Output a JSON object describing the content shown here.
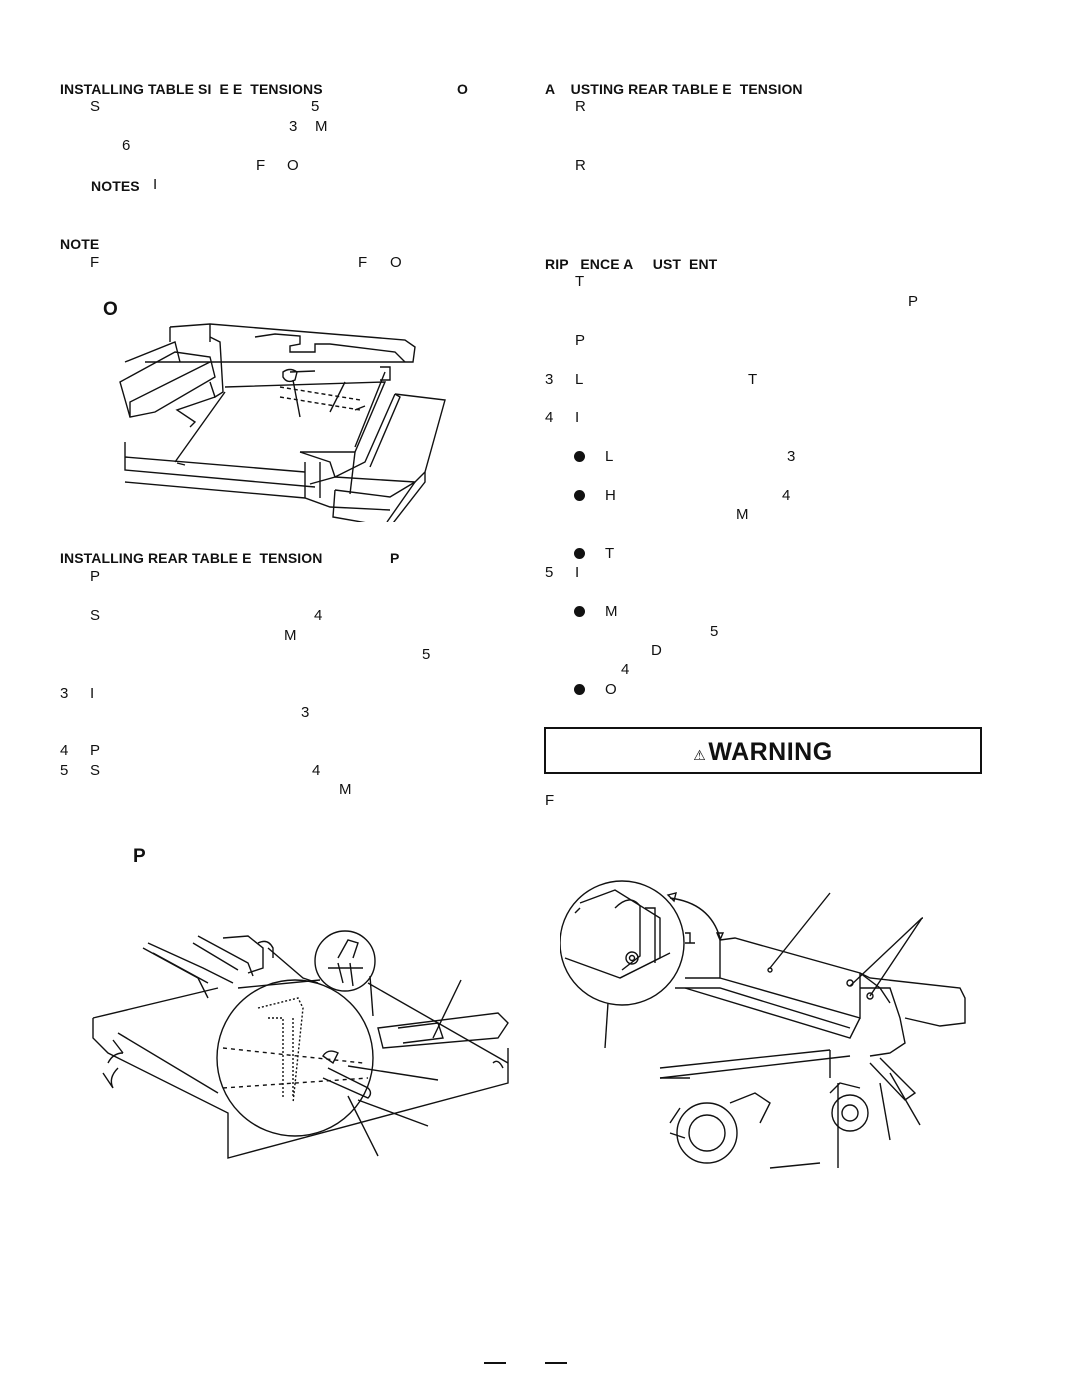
{
  "left": {
    "h1": "INSTALLING TABLE SI  E E  TENSIONS",
    "h1_tail": "O",
    "l1a": "S",
    "l1b": "5",
    "l2a": "3",
    "l2b": "M",
    "l3": "6",
    "l4a": "F",
    "l4b": "O",
    "notes_label": "NOTES",
    "notes_tail": "I",
    "note_label": "NOTE",
    "note_a": "F",
    "note_b": "F",
    "note_c": "O",
    "fig1_title": "O",
    "h2": "INSTALLING REAR TABLE E  TENSION",
    "h2_tail": "P",
    "r1": "P",
    "r2a": "S",
    "r2b": "4",
    "r3": "M",
    "r4": "5",
    "r5a": "3",
    "r5b": "I",
    "r6": "3",
    "r7a": "4",
    "r7b": "P",
    "r8a": "5",
    "r8b": "S",
    "r8c": "4",
    "r9": "M",
    "fig2_title": "P"
  },
  "right": {
    "h1": "A    USTING REAR TABLE E  TENSION",
    "a1": "R",
    "a2": "R",
    "h2": "RIP   ENCE A     UST  ENT",
    "b1": "T",
    "b2": "P",
    "b3": "P",
    "s3num": "3",
    "s3a": "L",
    "s3b": "T",
    "s4num": "4",
    "s4a": "I",
    "bul1a": "L",
    "bul1b": "3",
    "bul2a": "H",
    "bul2b": "4",
    "bul2c": "M",
    "bul3": "T",
    "s5num": "5",
    "s5a": "I",
    "bul4": "M",
    "c1": "5",
    "c2": "D",
    "c3": "4",
    "bul5": "O",
    "warning_label": "WARNING",
    "warn_icon": "warning-triangle-icon",
    "after_warning": "F"
  }
}
